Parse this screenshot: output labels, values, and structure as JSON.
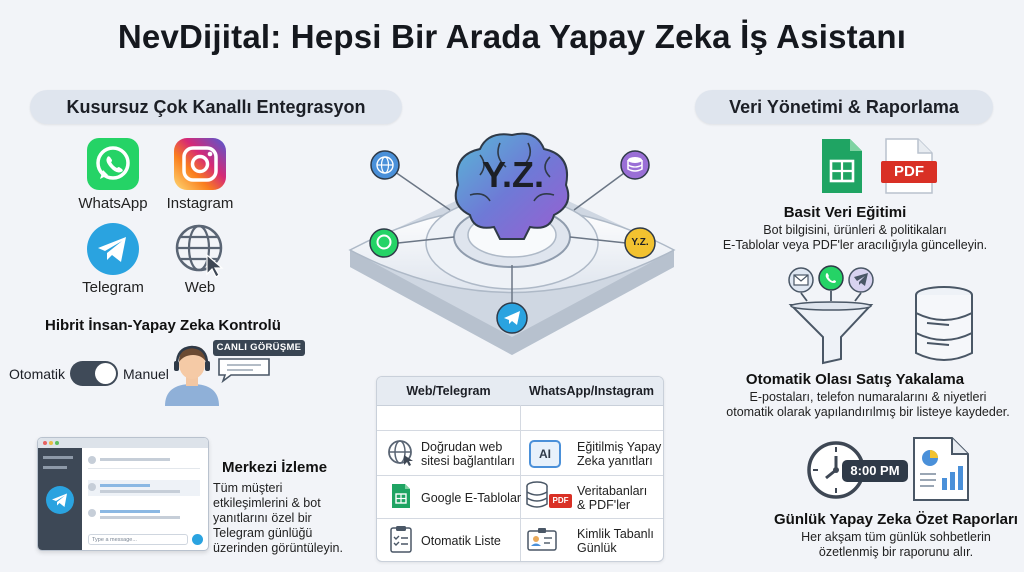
{
  "title": "NevDijital: Hepsi Bir Arada Yapay Zeka İş Asistanı",
  "left": {
    "pill": "Kusursuz Çok Kanallı Entegrasyon",
    "apps": [
      "WhatsApp",
      "Instagram",
      "Telegram",
      "Web"
    ],
    "hybrid": {
      "title": "Hibrit İnsan-Yapay Zeka Kontrolü",
      "toggle_left": "Otomatik",
      "toggle_right": "Manuel",
      "bubble": "CANLI GÖRÜŞME"
    },
    "monitor": {
      "title": "Merkezi İzleme",
      "text": [
        "Tüm müşteri",
        "etkileşimlerini & bot",
        "yanıtlarını özel bir",
        "Telegram günlüğü",
        "üzerinden görüntüleyin."
      ],
      "placeholder": "Type a message..."
    }
  },
  "center": {
    "brain_label": "Y.Z.",
    "node_label": "Y.Z.",
    "table": {
      "headers": [
        "Web/Telegram",
        "WhatsApp/Instagram"
      ],
      "rows": [
        {
          "left": [
            "Doğrudan web",
            "sitesi bağlantıları"
          ],
          "right": [
            "Eğitilmiş Yapay",
            "Zeka yanıtları"
          ],
          "right_badge": "AI"
        },
        {
          "left": [
            "Google E-Tablolar"
          ],
          "right": [
            "Veritabanları",
            "& PDF'ler"
          ],
          "right_badge": "PDF"
        },
        {
          "left": [
            "Otomatik Liste"
          ],
          "right": [
            "Kimlik Tabanlı",
            "Günlük"
          ]
        }
      ]
    }
  },
  "right": {
    "pill": "Veri Yönetimi & Raporlama",
    "training": {
      "pdf_badge": "PDF",
      "title": "Basit Veri Eğitimi",
      "text": [
        "Bot bilgisini, ürünleri & politikaları",
        "E-Tablolar veya PDF'ler aracılığıyla güncelleyin."
      ]
    },
    "leads": {
      "title": "Otomatik Olası Satış Yakalama",
      "text": [
        "E-postaları, telefon numaralarını & niyetleri",
        "otomatik olarak yapılandırılmış bir listeye kaydeder."
      ]
    },
    "reports": {
      "time": "8:00 PM",
      "title": "Günlük Yapay Zeka Özet Raporları",
      "text": [
        "Her akşam tüm günlük sohbetlerin",
        "özetlenmiş bir raporunu alır."
      ]
    }
  },
  "colors": {
    "whatsapp": "#25d366",
    "telegram": "#2aa3e0",
    "sheets": "#1fa463",
    "pdf": "#d93025",
    "accent": "#4a90d9"
  }
}
